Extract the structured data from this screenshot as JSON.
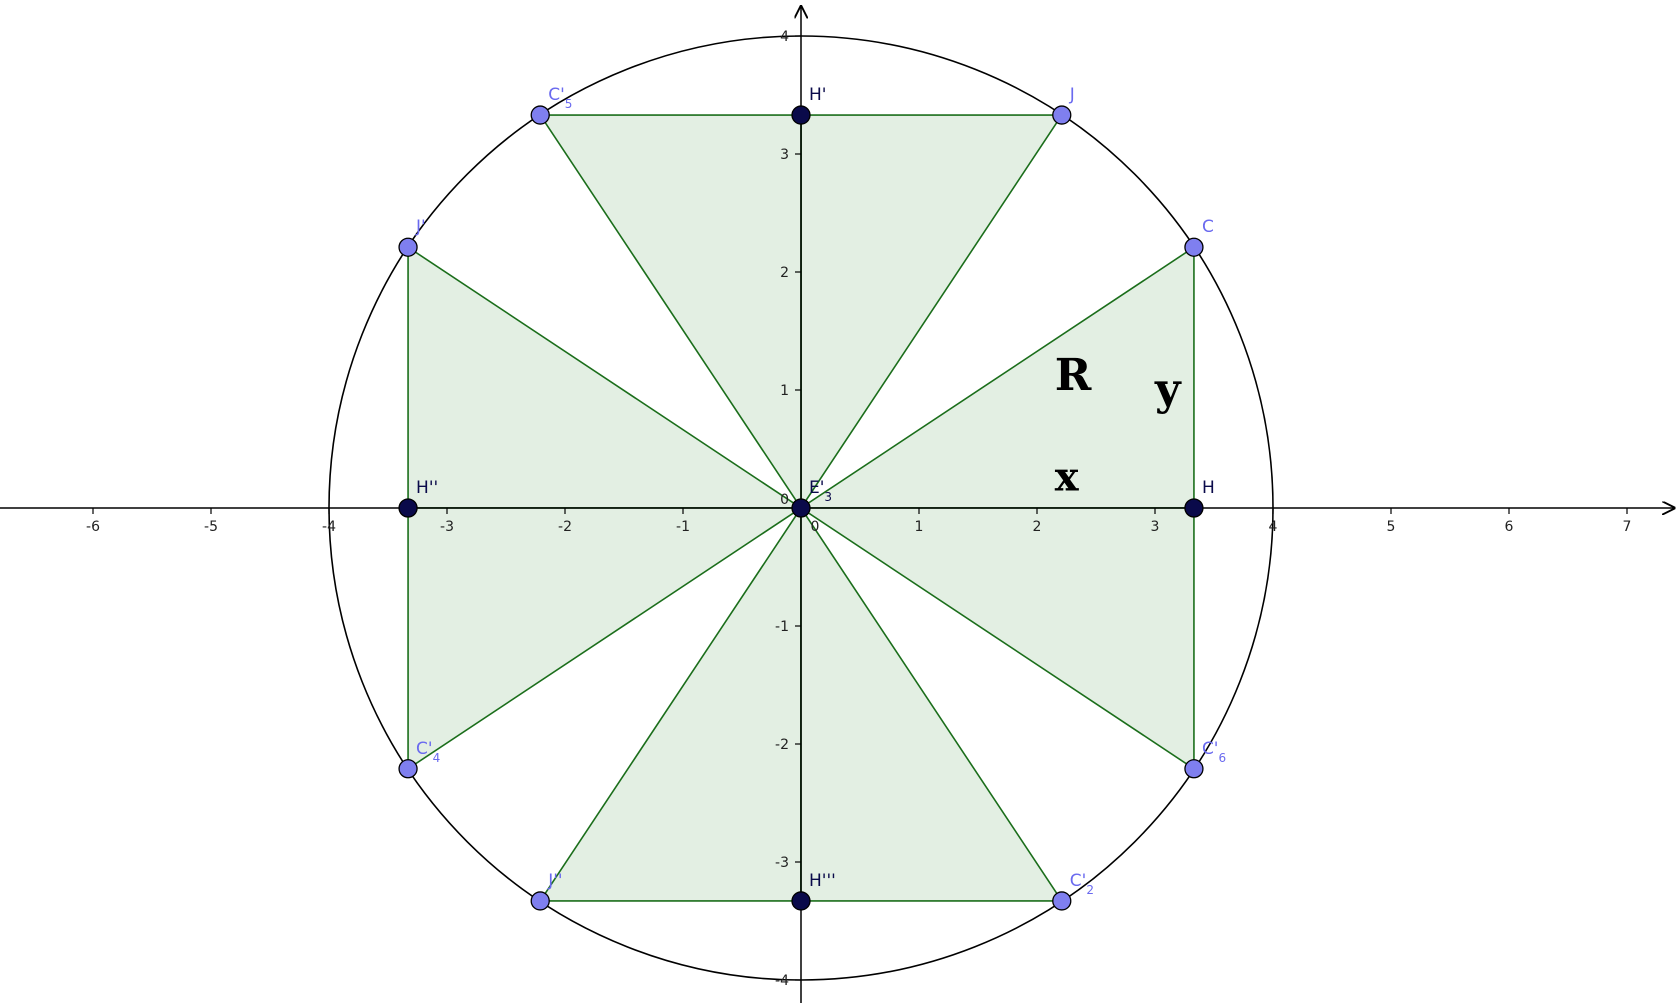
{
  "diagram": {
    "x_axis": {
      "min": -6.8,
      "max": 7.4,
      "ticks": [
        -6,
        -5,
        -4,
        -3,
        -2,
        -1,
        0,
        1,
        2,
        3,
        4,
        5,
        6,
        7
      ]
    },
    "y_axis": {
      "min": -4.2,
      "max": 4.25,
      "ticks": [
        -4,
        -3,
        -2,
        -1,
        1,
        2,
        3,
        4
      ]
    },
    "origin_label": "0",
    "circle": {
      "center": [
        0,
        0
      ],
      "radius": 4
    },
    "colors": {
      "triangle_fill": "#e3efe3",
      "triangle_stroke": "#1b6e1b",
      "circle_stroke": "#000000",
      "axis": "#000000",
      "point_light": "#7f7fef",
      "point_dark": "#0a0a4a",
      "label_light": "#6a6aef",
      "label_dark": "#0a0a4a"
    },
    "points": [
      {
        "id": "C",
        "x": 3.33,
        "y": 2.21,
        "label": "C",
        "sub": "",
        "kind": "light",
        "pos": "ne"
      },
      {
        "id": "J",
        "x": 2.21,
        "y": 3.33,
        "label": "J",
        "sub": "",
        "kind": "light",
        "pos": "ne"
      },
      {
        "id": "C5",
        "x": -2.21,
        "y": 3.33,
        "label": "C'",
        "sub": "5",
        "kind": "light",
        "pos": "ne"
      },
      {
        "id": "J1",
        "x": -3.33,
        "y": 2.21,
        "label": "J'",
        "sub": "",
        "kind": "light",
        "pos": "ne"
      },
      {
        "id": "C4",
        "x": -3.33,
        "y": -2.21,
        "label": "C'",
        "sub": "4",
        "kind": "light",
        "pos": "ne"
      },
      {
        "id": "J2",
        "x": -2.21,
        "y": -3.33,
        "label": "J''",
        "sub": "",
        "kind": "light",
        "pos": "ne"
      },
      {
        "id": "C2",
        "x": 2.21,
        "y": -3.33,
        "label": "C'",
        "sub": "2",
        "kind": "light",
        "pos": "ne"
      },
      {
        "id": "C6",
        "x": 3.33,
        "y": -2.21,
        "label": "C'",
        "sub": "6",
        "kind": "light",
        "pos": "ne"
      },
      {
        "id": "H",
        "x": 3.33,
        "y": 0,
        "label": "H",
        "sub": "",
        "kind": "dark",
        "pos": "ne"
      },
      {
        "id": "H1",
        "x": 0,
        "y": 3.33,
        "label": "H'",
        "sub": "",
        "kind": "dark",
        "pos": "ne"
      },
      {
        "id": "H2",
        "x": -3.33,
        "y": 0,
        "label": "H''",
        "sub": "",
        "kind": "dark",
        "pos": "ne"
      },
      {
        "id": "H3",
        "x": 0,
        "y": -3.33,
        "label": "H'''",
        "sub": "",
        "kind": "dark",
        "pos": "ne"
      },
      {
        "id": "O",
        "x": 0,
        "y": 0,
        "label": "E'",
        "sub": "3",
        "kind": "dark",
        "pos": "ne"
      }
    ],
    "triangles": [
      [
        "O",
        "H",
        "C"
      ],
      [
        "O",
        "H",
        "C6"
      ],
      [
        "O",
        "H1",
        "J"
      ],
      [
        "O",
        "H1",
        "C5"
      ],
      [
        "O",
        "H2",
        "J1"
      ],
      [
        "O",
        "H2",
        "C4"
      ],
      [
        "O",
        "H3",
        "J2"
      ],
      [
        "O",
        "H3",
        "C2"
      ]
    ],
    "big_labels": [
      {
        "text": "R",
        "x": 2.15,
        "y": 1.0,
        "size": 44
      },
      {
        "text": "y",
        "x": 3.0,
        "y": 0.88,
        "size": 44
      },
      {
        "text": "x",
        "x": 2.15,
        "y": 0.15,
        "size": 40
      }
    ]
  }
}
